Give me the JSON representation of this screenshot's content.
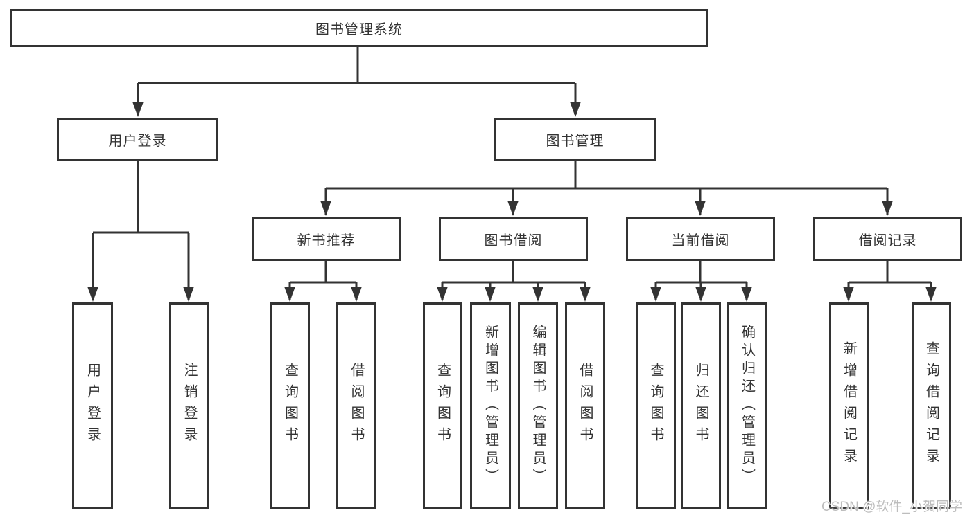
{
  "watermark": "CSDN @软件_小贺同学",
  "tree": {
    "root": {
      "label": "图书管理系统"
    },
    "branches": [
      {
        "label": "用户登录",
        "children": [
          {
            "label": "用户登录"
          },
          {
            "label": "注销登录"
          }
        ]
      },
      {
        "label": "图书管理",
        "sections": [
          {
            "label": "新书推荐",
            "children": [
              {
                "label": "查询图书"
              },
              {
                "label": "借阅图书"
              }
            ]
          },
          {
            "label": "图书借阅",
            "children": [
              {
                "label": "查询图书"
              },
              {
                "label": "新增图书（管理员）"
              },
              {
                "label": "编辑图书（管理员）"
              },
              {
                "label": "借阅图书"
              }
            ]
          },
          {
            "label": "当前借阅",
            "children": [
              {
                "label": "查询图书"
              },
              {
                "label": "归还图书"
              },
              {
                "label": "确认归还（管理员）"
              }
            ]
          },
          {
            "label": "借阅记录",
            "children": [
              {
                "label": "新增借阅记录"
              },
              {
                "label": "查询借阅记录"
              }
            ]
          }
        ]
      }
    ]
  },
  "colors": {
    "line": "#333333",
    "text": "#333333",
    "background": "#ffffff",
    "watermark": "#bdbdbd"
  }
}
